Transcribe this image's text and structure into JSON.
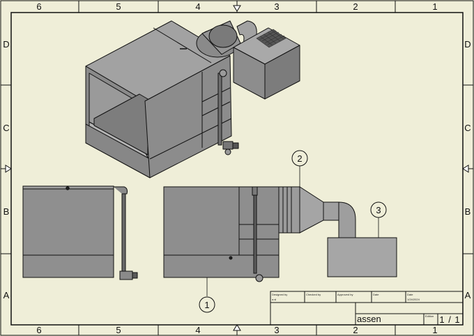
{
  "sheet": {
    "top_zone_labels": [
      "6",
      "5",
      "4",
      "3",
      "2",
      "1"
    ],
    "bottom_zone_labels": [
      "6",
      "5",
      "4",
      "3",
      "2",
      "1"
    ],
    "left_zone_labels": [
      "D",
      "C",
      "B",
      "A"
    ],
    "right_zone_labels": [
      "D",
      "C",
      "B",
      "A"
    ]
  },
  "balloons": [
    {
      "number": "1"
    },
    {
      "number": "2"
    },
    {
      "number": "3"
    }
  ],
  "title_block": {
    "designed_by_label": "Designed by",
    "designed_by_value": "a.sl",
    "checked_by_label": "Checked by",
    "approved_by_label": "Approved by",
    "date_label": "Date",
    "date2_label": "Date",
    "date_value": "1/24/2024",
    "title": "assen",
    "edition_label": "Edition",
    "sheet_number": "1",
    "sheet_total": "1"
  },
  "colors": {
    "paper": "#efeed8",
    "part_fill": "#8e8e8e",
    "part_light": "#a6a6a6",
    "part_dark": "#6e6e6e",
    "line": "#111111"
  }
}
